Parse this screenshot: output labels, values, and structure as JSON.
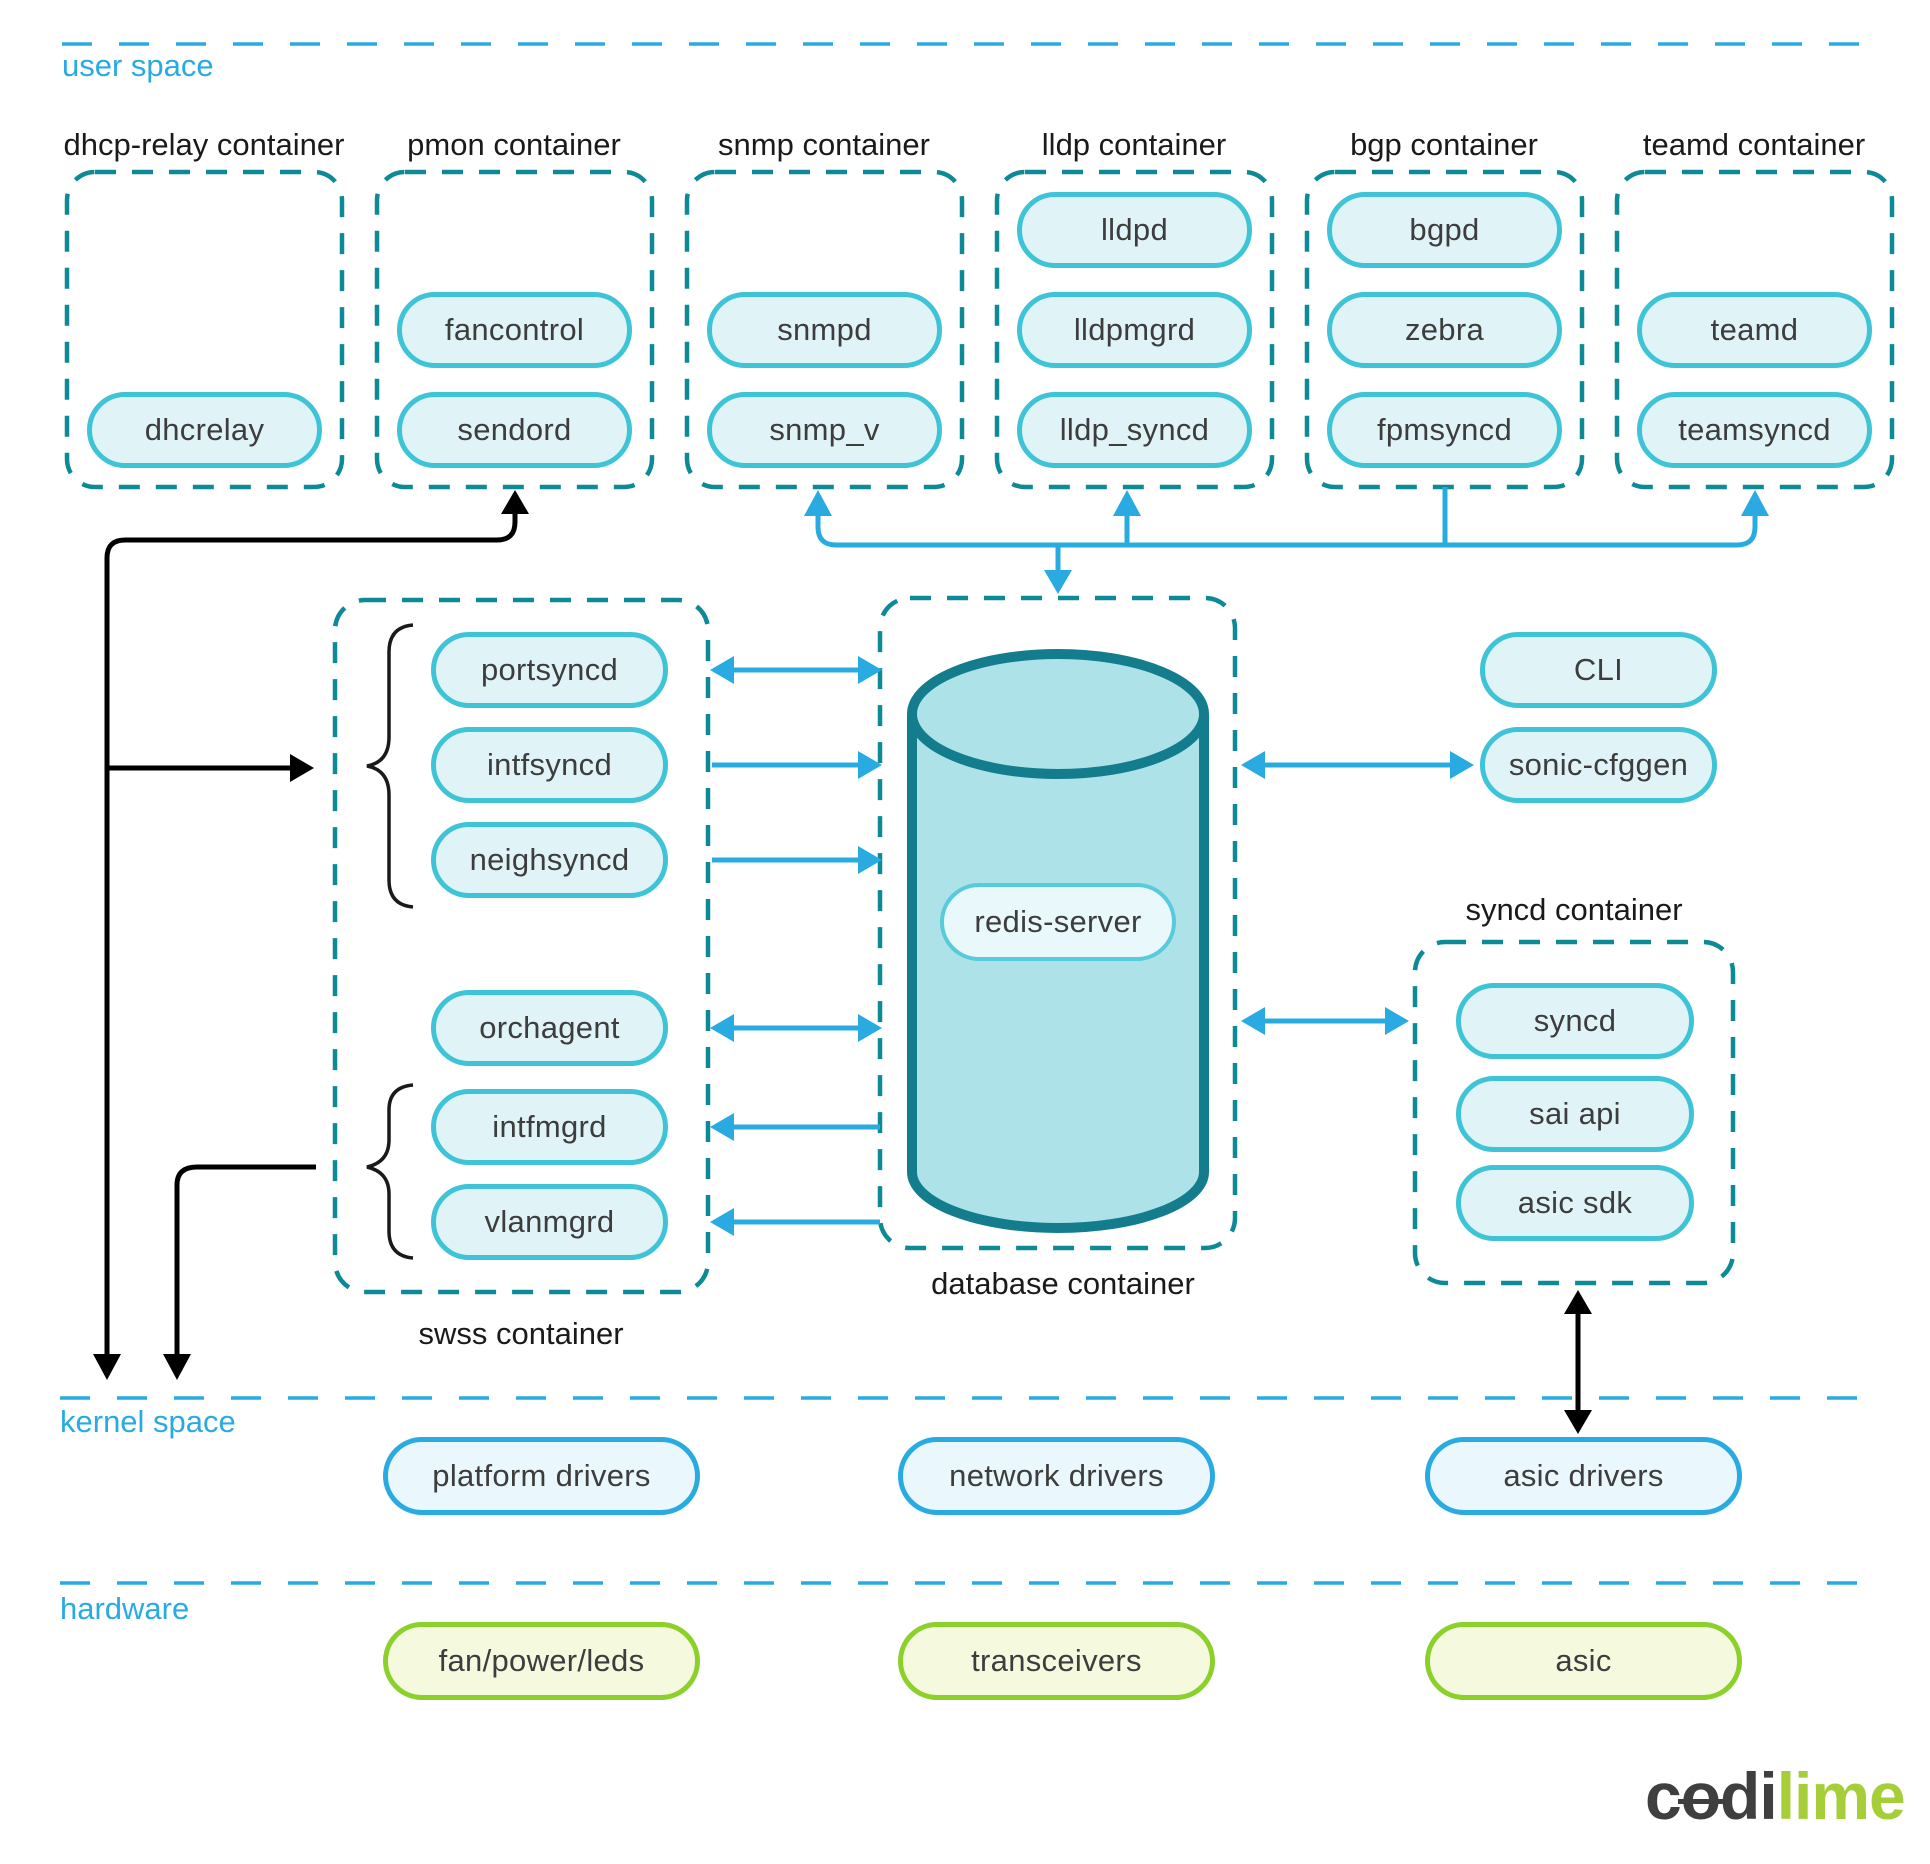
{
  "sections": {
    "user_space": "user space",
    "kernel_space": "kernel space",
    "hardware": "hardware"
  },
  "top_containers": [
    {
      "label": "dhcp-relay container",
      "pills": [
        "dhcrelay"
      ]
    },
    {
      "label": "pmon container",
      "pills": [
        "fancontrol",
        "sendord"
      ]
    },
    {
      "label": "snmp container",
      "pills": [
        "snmpd",
        "snmp_v"
      ]
    },
    {
      "label": "lldp container",
      "pills": [
        "lldpd",
        "lldpmgrd",
        "lldp_syncd"
      ]
    },
    {
      "label": "bgp container",
      "pills": [
        "bgpd",
        "zebra",
        "fpmsyncd"
      ]
    },
    {
      "label": "teamd container",
      "pills": [
        "teamd",
        "teamsyncd"
      ]
    }
  ],
  "swss_container": {
    "label": "swss container",
    "pills": [
      "portsyncd",
      "intfsyncd",
      "neighsyncd",
      "orchagent",
      "intfmgrd",
      "vlanmgrd"
    ]
  },
  "database_container": {
    "label": "database container",
    "redis_pill": "redis-server"
  },
  "syncd_container": {
    "label": "syncd container",
    "pills": [
      "syncd",
      "sai api",
      "asic sdk"
    ]
  },
  "standalone_pills": {
    "cli": "CLI",
    "sonic_cfggen": "sonic-cfggen"
  },
  "kernel_pills": [
    "platform drivers",
    "network drivers",
    "asic drivers"
  ],
  "hardware_pills": [
    "fan/power/leds",
    "transceivers",
    "asic"
  ],
  "logo": {
    "codi_left": "c",
    "codi_o": "o",
    "codi_right": "di",
    "lime": "lime"
  },
  "colors": {
    "accent_blue": "#29ABE2",
    "container_dash_teal": "#0E8A96",
    "pill_border_cyan": "#3EC4D6",
    "pill_fill_cyan": "#E0F4F7",
    "cylinder_fill": "#ACE2E8",
    "cylinder_stroke": "#137D8D",
    "kernel_pill_border": "#29ABE2",
    "hardware_pill_border": "#8BD02B",
    "black": "#000000",
    "logo_lime": "#A6CE39"
  }
}
